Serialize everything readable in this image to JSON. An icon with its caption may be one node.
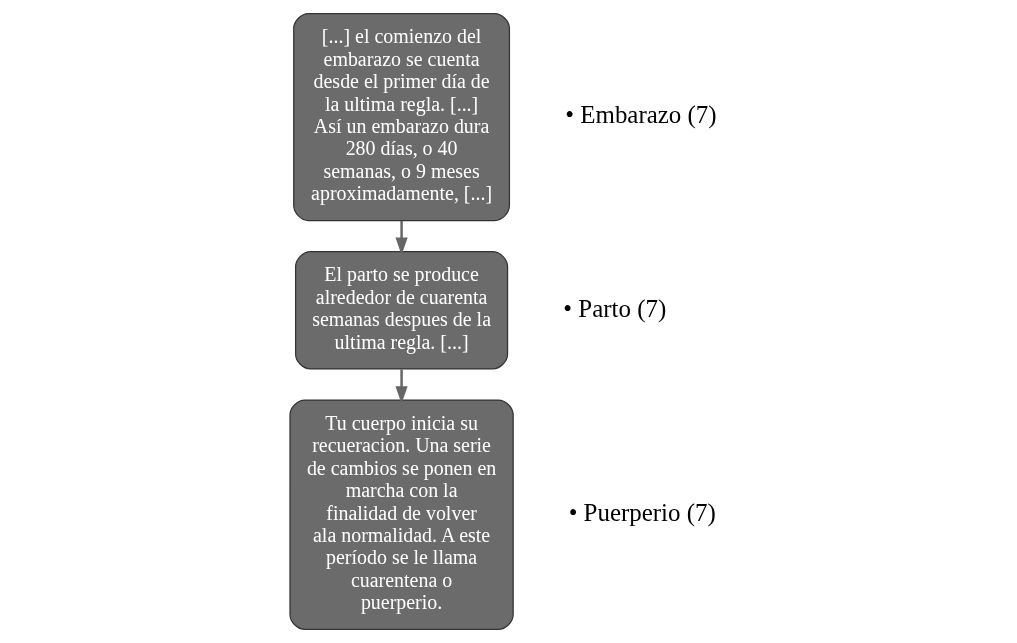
{
  "diagram": {
    "nodes": [
      {
        "text": [
          "[...] el comienzo del embarazo se cuenta desde el primer día de la ultima regla. [...] Así un embarazo dura 280 días, o 40 semanas, o 9 meses aproximadamente, [...]"
        ],
        "beside": [
          "• Embarazo (7)"
        ]
      },
      {
        "text": [
          "El parto se produce alrededor de cuarenta semanas despues de la ultima regla. [...]"
        ],
        "beside": [
          "• Parto (7)"
        ]
      },
      {
        "text": [
          "Tu cuerpo inicia su recueracion. Una serie de cambios se ponen en marcha con la finalidad de volver ala normalidad. A este período se le llama cuarentena o puerperio."
        ],
        "beside": [
          "• Puerperio (7)"
        ]
      }
    ],
    "edges": [
      {
        "from": 0,
        "to": 1,
        "arrow": "to"
      },
      {
        "from": 1,
        "to": 2,
        "arrow": "to"
      }
    ]
  }
}
